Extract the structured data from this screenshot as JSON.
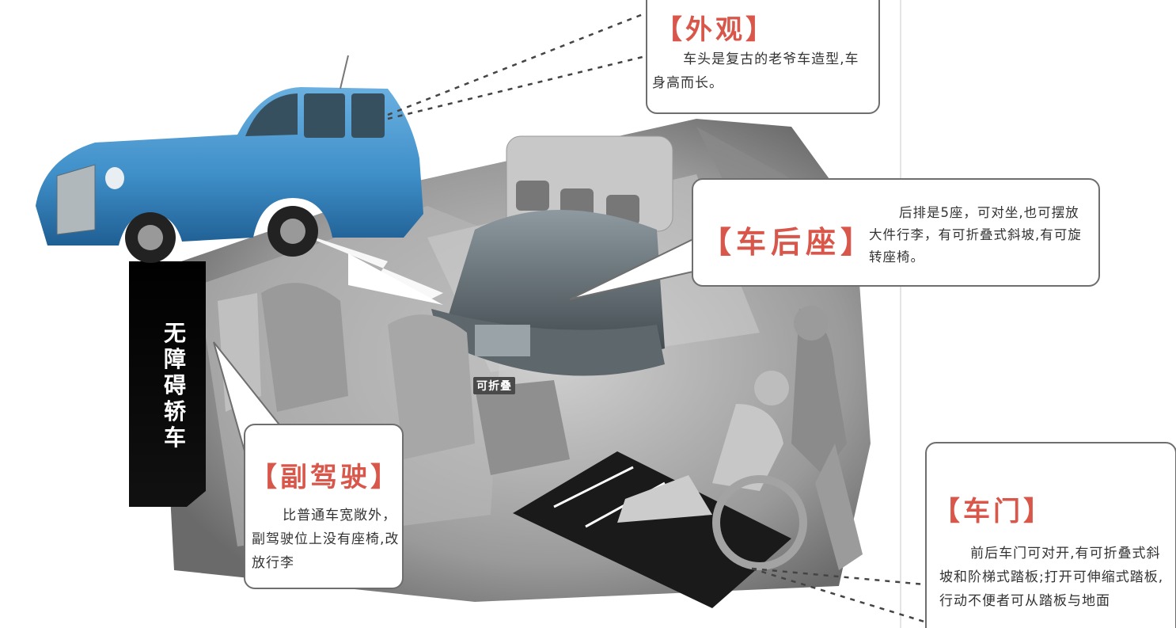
{
  "side_label": "无障碍轿车",
  "fold_label": "可折叠",
  "callouts": {
    "exterior": {
      "title": "【外观】",
      "body": "车头是复古的老爷车造型,车身高而长。"
    },
    "rear_seat": {
      "title": "【车后座】",
      "body": "后排是5座，可对坐,也可摆放大件行李，有可折叠式斜坡,有可旋转座椅。"
    },
    "copilot": {
      "title": "【副驾驶】",
      "body": "比普通车宽敞外，副驾驶位上没有座椅,改放行李"
    },
    "door": {
      "title": "【车门】",
      "body": "前后车门可对开,有可折叠式斜坡和阶梯式踏板;打开可伸缩式踏板,行动不便者可从踏板与地面"
    }
  },
  "colors": {
    "title_red": "#d8574a",
    "car_blue": "#3f8fc9",
    "border_gray": "#6e6e6e"
  }
}
